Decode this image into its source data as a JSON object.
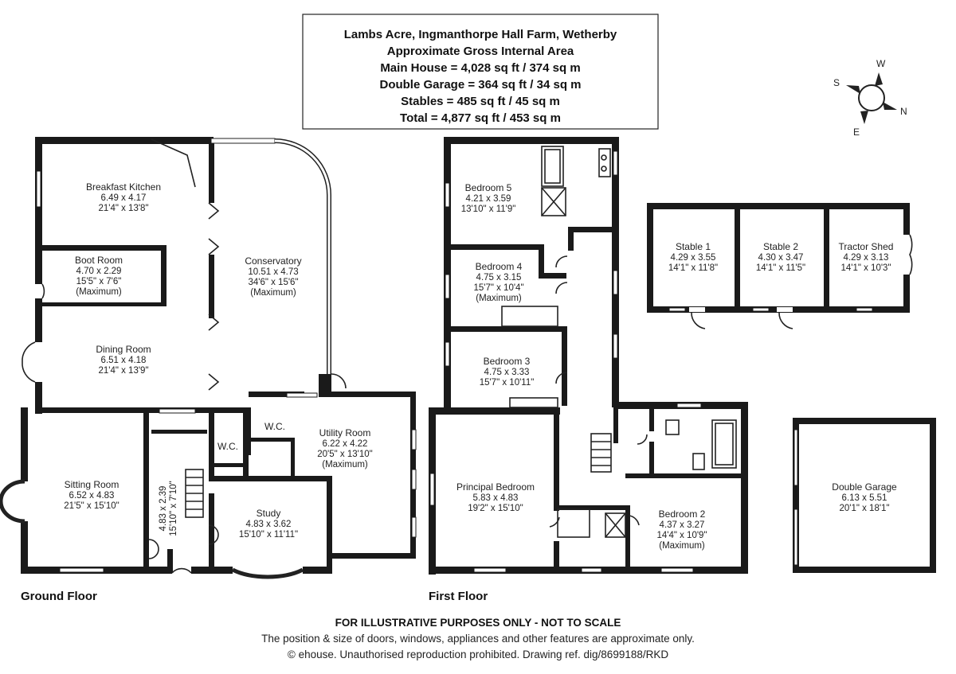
{
  "title": {
    "lines": [
      "Lambs Acre, Ingmanthorpe Hall Farm, Wetherby",
      "Approximate Gross Internal Area",
      "Main House = 4,028 sq ft / 374 sq m",
      "Double Garage = 364 sq ft / 34 sq m",
      "Stables = 485 sq ft / 45 sq m",
      "Total = 4,877 sq ft / 453 sq m"
    ]
  },
  "compass": {
    "w": "W",
    "s": "S",
    "n": "N",
    "e": "E"
  },
  "floors": {
    "ground": "Ground Floor",
    "first": "First Floor"
  },
  "rooms": {
    "breakfast_kitchen": {
      "name": "Breakfast Kitchen",
      "m": "6.49 x 4.17",
      "ft": "21'4\" x 13'8\""
    },
    "boot_room": {
      "name": "Boot Room",
      "m": "4.70 x 2.29",
      "ft": "15'5\" x 7'6\"",
      "note": "(Maximum)"
    },
    "conservatory": {
      "name": "Conservatory",
      "m": "10.51 x 4.73",
      "ft": "34'6\" x 15'6\"",
      "note": "(Maximum)"
    },
    "dining_room": {
      "name": "Dining Room",
      "m": "6.51 x 4.18",
      "ft": "21'4\" x 13'9\""
    },
    "sitting_room": {
      "name": "Sitting Room",
      "m": "6.52 x 4.83",
      "ft": "21'5\" x 15'10\""
    },
    "hall_g": {
      "m": "4.83 x 2.39",
      "ft": "15'10\" x 7'10\""
    },
    "wc_1": {
      "name": "W.C."
    },
    "wc_2": {
      "name": "W.C."
    },
    "utility_room": {
      "name": "Utility Room",
      "m": "6.22 x 4.22",
      "ft": "20'5\" x 13'10\"",
      "note": "(Maximum)"
    },
    "study": {
      "name": "Study",
      "m": "4.83 x 3.62",
      "ft": "15'10\" x 11'11\""
    },
    "bedroom_5": {
      "name": "Bedroom 5",
      "m": "4.21 x 3.59",
      "ft": "13'10\" x 11'9\""
    },
    "bedroom_4": {
      "name": "Bedroom 4",
      "m": "4.75 x 3.15",
      "ft": "15'7\" x 10'4\"",
      "note": "(Maximum)"
    },
    "bedroom_3": {
      "name": "Bedroom 3",
      "m": "4.75 x 3.33",
      "ft": "15'7\" x 10'11\""
    },
    "principal_bedroom": {
      "name": "Principal Bedroom",
      "m": "5.83 x 4.83",
      "ft": "19'2\" x 15'10\""
    },
    "bedroom_2": {
      "name": "Bedroom 2",
      "m": "4.37 x 3.27",
      "ft": "14'4\" x 10'9\"",
      "note": "(Maximum)"
    },
    "stable_1": {
      "name": "Stable 1",
      "m": "4.29 x 3.55",
      "ft": "14'1\" x 11'8\""
    },
    "stable_2": {
      "name": "Stable 2",
      "m": "4.30 x 3.47",
      "ft": "14'1\" x 11'5\""
    },
    "tractor_shed": {
      "name": "Tractor Shed",
      "m": "4.29 x 3.13",
      "ft": "14'1\" x 10'3\""
    },
    "double_garage": {
      "name": "Double Garage",
      "m": "6.13 x 5.51",
      "ft": "20'1\" x 18'1\""
    }
  },
  "footer": {
    "line1": "FOR ILLUSTRATIVE PURPOSES ONLY - NOT TO SCALE",
    "line2": "The position & size of doors, windows, appliances and other features are approximate only.",
    "line3": "© ehouse. Unauthorised reproduction prohibited. Drawing ref. dig/8699188/RKD"
  }
}
